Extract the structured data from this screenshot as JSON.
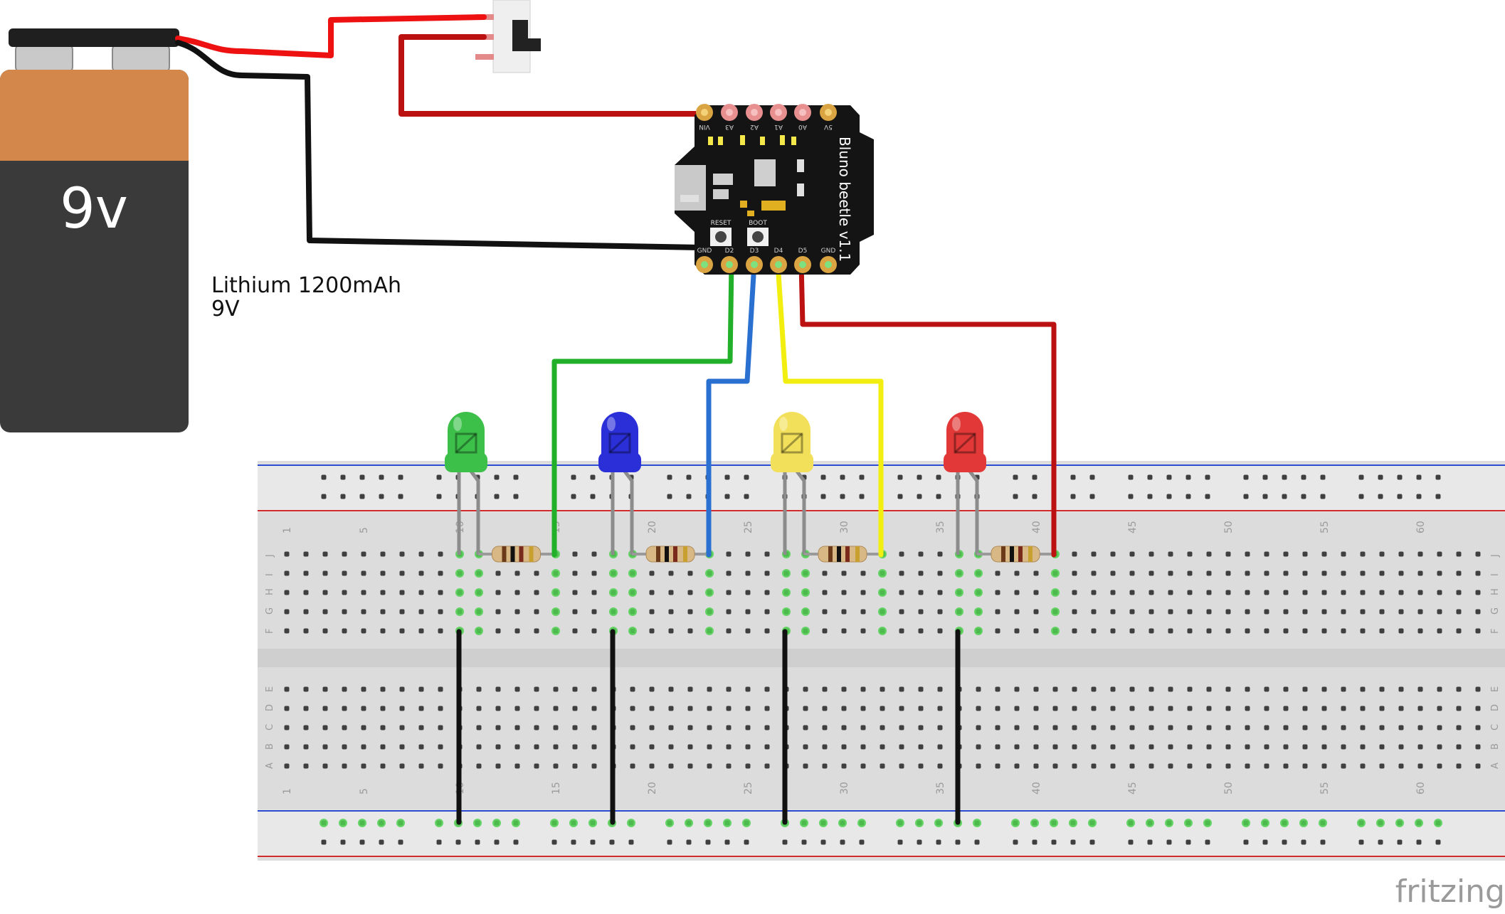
{
  "battery": {
    "voltage_label": "9v",
    "caption_line1": "Lithium 1200mAh",
    "caption_line2": "9V"
  },
  "board": {
    "name": "Bluno beetle v1.1",
    "top_pins": [
      "VIN",
      "A3",
      "A2",
      "A1",
      "A0",
      "5V"
    ],
    "bottom_pins": [
      "GND",
      "D2",
      "D3",
      "D4",
      "D5",
      "GND"
    ],
    "buttons": [
      "RESET",
      "BOOT"
    ]
  },
  "breadboard": {
    "column_numbers": [
      "1",
      "5",
      "10",
      "15",
      "20",
      "25",
      "30",
      "35",
      "40",
      "45",
      "50",
      "55",
      "60"
    ],
    "upper_rows": [
      "J",
      "I",
      "H",
      "G",
      "F"
    ],
    "lower_rows": [
      "E",
      "D",
      "C",
      "B",
      "A"
    ]
  },
  "leds": [
    {
      "color": "green",
      "hex": "#3cc04a",
      "pin": "D2"
    },
    {
      "color": "blue",
      "hex": "#2a2fd8",
      "pin": "D3"
    },
    {
      "color": "yellow",
      "hex": "#f3e05a",
      "pin": "D4"
    },
    {
      "color": "red",
      "hex": "#e23838",
      "pin": "D5"
    }
  ],
  "wire_colors": {
    "red": "#cc1111",
    "black": "#111111",
    "green": "#22b02a",
    "blue": "#2a70d0",
    "yellow": "#f2ee10",
    "dark_red": "#bb1111"
  },
  "watermark": "fritzing"
}
